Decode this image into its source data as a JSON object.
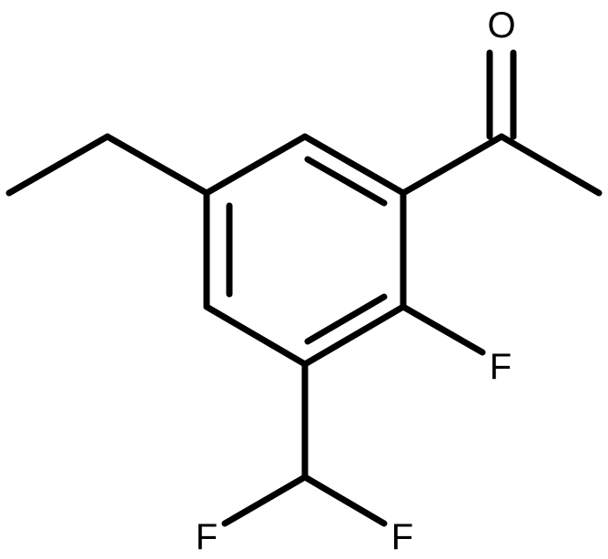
{
  "molecule": {
    "atoms": {
      "oxygen": "O",
      "fluorine_ring": "F",
      "fluorine_chf2_left": "F",
      "fluorine_chf2_right": "F"
    }
  },
  "colors": {
    "bond": "#000000",
    "label": "#000000",
    "background": "#ffffff"
  }
}
